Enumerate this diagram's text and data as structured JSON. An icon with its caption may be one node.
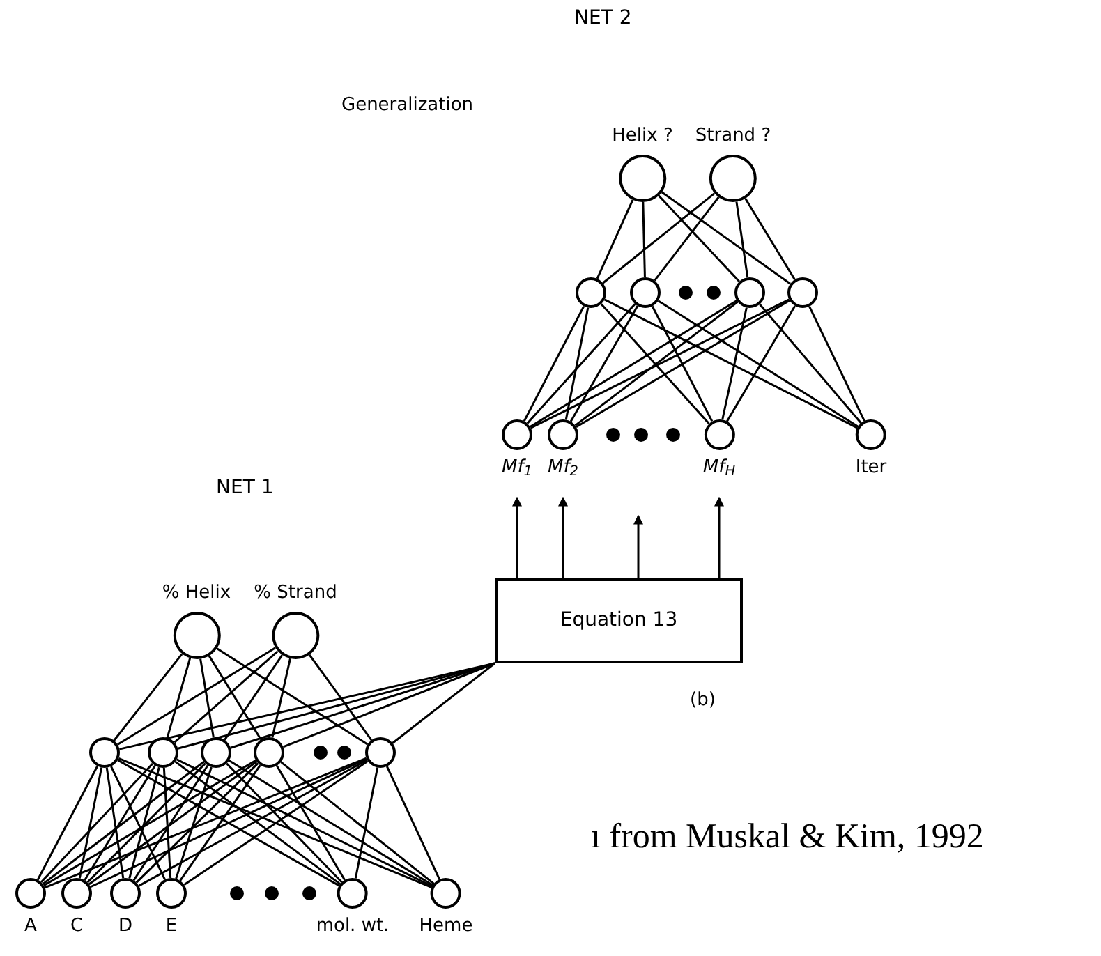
{
  "diagram": {
    "nodes": [
      {
        "text": [
          "Helix ?"
        ]
      },
      {
        "text": [
          "Strand ?"
        ]
      },
      {
        "text": [],
        "shape": "circle"
      },
      {
        "text": [],
        "shape": "circle"
      },
      {
        "text": [],
        "shape": "circle"
      },
      {
        "text": [],
        "shape": "circle"
      },
      {
        "text": [
          "Mf$_{1}$"
        ]
      },
      {
        "text": [
          "Mf$_{2}$"
        ]
      },
      {
        "text": [
          "Mf$_{H}$"
        ]
      },
      {
        "text": [
          "Iter"
        ]
      },
      {
        "text": [
          "% Helix"
        ]
      },
      {
        "text": [
          "% Strand"
        ]
      },
      {
        "text": [
          "Equation 13"
        ]
      },
      {
        "text": [],
        "shape": "circle"
      },
      {
        "text": [],
        "shape": "circle"
      },
      {
        "text": [],
        "shape": "circle"
      },
      {
        "text": [],
        "shape": "circle"
      },
      {
        "text": [],
        "shape": "circle"
      },
      {
        "text": [
          "A"
        ]
      },
      {
        "text": [
          "C"
        ]
      },
      {
        "text": [
          "D"
        ]
      },
      {
        "text": [
          "E"
        ]
      },
      {
        "text": [
          "mol. wt."
        ]
      },
      {
        "text": [
          "Heme"
        ]
      }
    ],
    "edges": [
      {
        "from": 2,
        "to": 0,
        "arrow": "none"
      },
      {
        "from": 2,
        "to": 1,
        "arrow": "none"
      },
      {
        "from": 3,
        "to": 0,
        "arrow": "none"
      },
      {
        "from": 3,
        "to": 1,
        "arrow": "none"
      },
      {
        "from": 4,
        "to": 0,
        "arrow": "none"
      },
      {
        "from": 4,
        "to": 1,
        "arrow": "none"
      },
      {
        "from": 5,
        "to": 0,
        "arrow": "none"
      },
      {
        "from": 5,
        "to": 1,
        "arrow": "none"
      },
      {
        "from": 6,
        "to": 2,
        "arrow": "none"
      },
      {
        "from": 6,
        "to": 3,
        "arrow": "none"
      },
      {
        "from": 6,
        "to": 4,
        "arrow": "none"
      },
      {
        "from": 6,
        "to": 5,
        "arrow": "none"
      },
      {
        "from": 7,
        "to": 2,
        "arrow": "none"
      },
      {
        "from": 7,
        "to": 3,
        "arrow": "none"
      },
      {
        "from": 7,
        "to": 4,
        "arrow": "none"
      },
      {
        "from": 7,
        "to": 5,
        "arrow": "none"
      },
      {
        "from": 8,
        "to": 2,
        "arrow": "none"
      },
      {
        "from": 8,
        "to": 3,
        "arrow": "none"
      },
      {
        "from": 8,
        "to": 4,
        "arrow": "none"
      },
      {
        "from": 8,
        "to": 5,
        "arrow": "none"
      },
      {
        "from": 9,
        "to": 2,
        "arrow": "none"
      },
      {
        "from": 9,
        "to": 3,
        "arrow": "none"
      },
      {
        "from": 9,
        "to": 4,
        "arrow": "none"
      },
      {
        "from": 9,
        "to": 5,
        "arrow": "none"
      },
      {
        "from": 12,
        "to": 6,
        "arrow": "to"
      },
      {
        "from": 12,
        "to": 7,
        "arrow": "to"
      },
      {
        "from": 12,
        "to": null,
        "arrow": "to"
      },
      {
        "from": 12,
        "to": 8,
        "arrow": "to"
      },
      {
        "from": 13,
        "to": 10,
        "arrow": "none"
      },
      {
        "from": 13,
        "to": 11,
        "arrow": "none"
      },
      {
        "from": 14,
        "to": 10,
        "arrow": "none"
      },
      {
        "from": 14,
        "to": 11,
        "arrow": "none"
      },
      {
        "from": 15,
        "to": 10,
        "arrow": "none"
      },
      {
        "from": 15,
        "to": 11,
        "arrow": "none"
      },
      {
        "from": 16,
        "to": 10,
        "arrow": "none"
      },
      {
        "from": 16,
        "to": 11,
        "arrow": "none"
      },
      {
        "from": 17,
        "to": 10,
        "arrow": "none"
      },
      {
        "from": 17,
        "to": 11,
        "arrow": "none"
      },
      {
        "from": 13,
        "to": 12,
        "arrow": "none"
      },
      {
        "from": 14,
        "to": 12,
        "arrow": "none"
      },
      {
        "from": 15,
        "to": 12,
        "arrow": "none"
      },
      {
        "from": 16,
        "to": 12,
        "arrow": "none"
      },
      {
        "from": 17,
        "to": 12,
        "arrow": "none"
      },
      {
        "from": 18,
        "to": 13,
        "arrow": "none"
      },
      {
        "from": 18,
        "to": 14,
        "arrow": "none"
      },
      {
        "from": 18,
        "to": 15,
        "arrow": "none"
      },
      {
        "from": 18,
        "to": 16,
        "arrow": "none"
      },
      {
        "from": 18,
        "to": 17,
        "arrow": "none"
      },
      {
        "from": 19,
        "to": 13,
        "arrow": "none"
      },
      {
        "from": 19,
        "to": 14,
        "arrow": "none"
      },
      {
        "from": 19,
        "to": 15,
        "arrow": "none"
      },
      {
        "from": 19,
        "to": 16,
        "arrow": "none"
      },
      {
        "from": 19,
        "to": 17,
        "arrow": "none"
      },
      {
        "from": 20,
        "to": 13,
        "arrow": "none"
      },
      {
        "from": 20,
        "to": 14,
        "arrow": "none"
      },
      {
        "from": 20,
        "to": 15,
        "arrow": "none"
      },
      {
        "from": 20,
        "to": 16,
        "arrow": "none"
      },
      {
        "from": 20,
        "to": 17,
        "arrow": "none"
      },
      {
        "from": 21,
        "to": 13,
        "arrow": "none"
      },
      {
        "from": 21,
        "to": 14,
        "arrow": "none"
      },
      {
        "from": 21,
        "to": 15,
        "arrow": "none"
      },
      {
        "from": 21,
        "to": 16,
        "arrow": "none"
      },
      {
        "from": 21,
        "to": 17,
        "arrow": "none"
      },
      {
        "from": 22,
        "to": 13,
        "arrow": "none"
      },
      {
        "from": 22,
        "to": 14,
        "arrow": "none"
      },
      {
        "from": 22,
        "to": 15,
        "arrow": "none"
      },
      {
        "from": 22,
        "to": 16,
        "arrow": "none"
      },
      {
        "from": 22,
        "to": 17,
        "arrow": "none"
      },
      {
        "from": 23,
        "to": 13,
        "arrow": "none"
      },
      {
        "from": 23,
        "to": 14,
        "arrow": "none"
      },
      {
        "from": 23,
        "to": 15,
        "arrow": "none"
      },
      {
        "from": 23,
        "to": 16,
        "arrow": "none"
      },
      {
        "from": 23,
        "to": 17,
        "arrow": "none"
      }
    ],
    "labels": [
      "NET 2",
      "Generalization",
      "NET 1",
      "(b)",
      "ı from Muskal & Kim, 1992"
    ]
  }
}
